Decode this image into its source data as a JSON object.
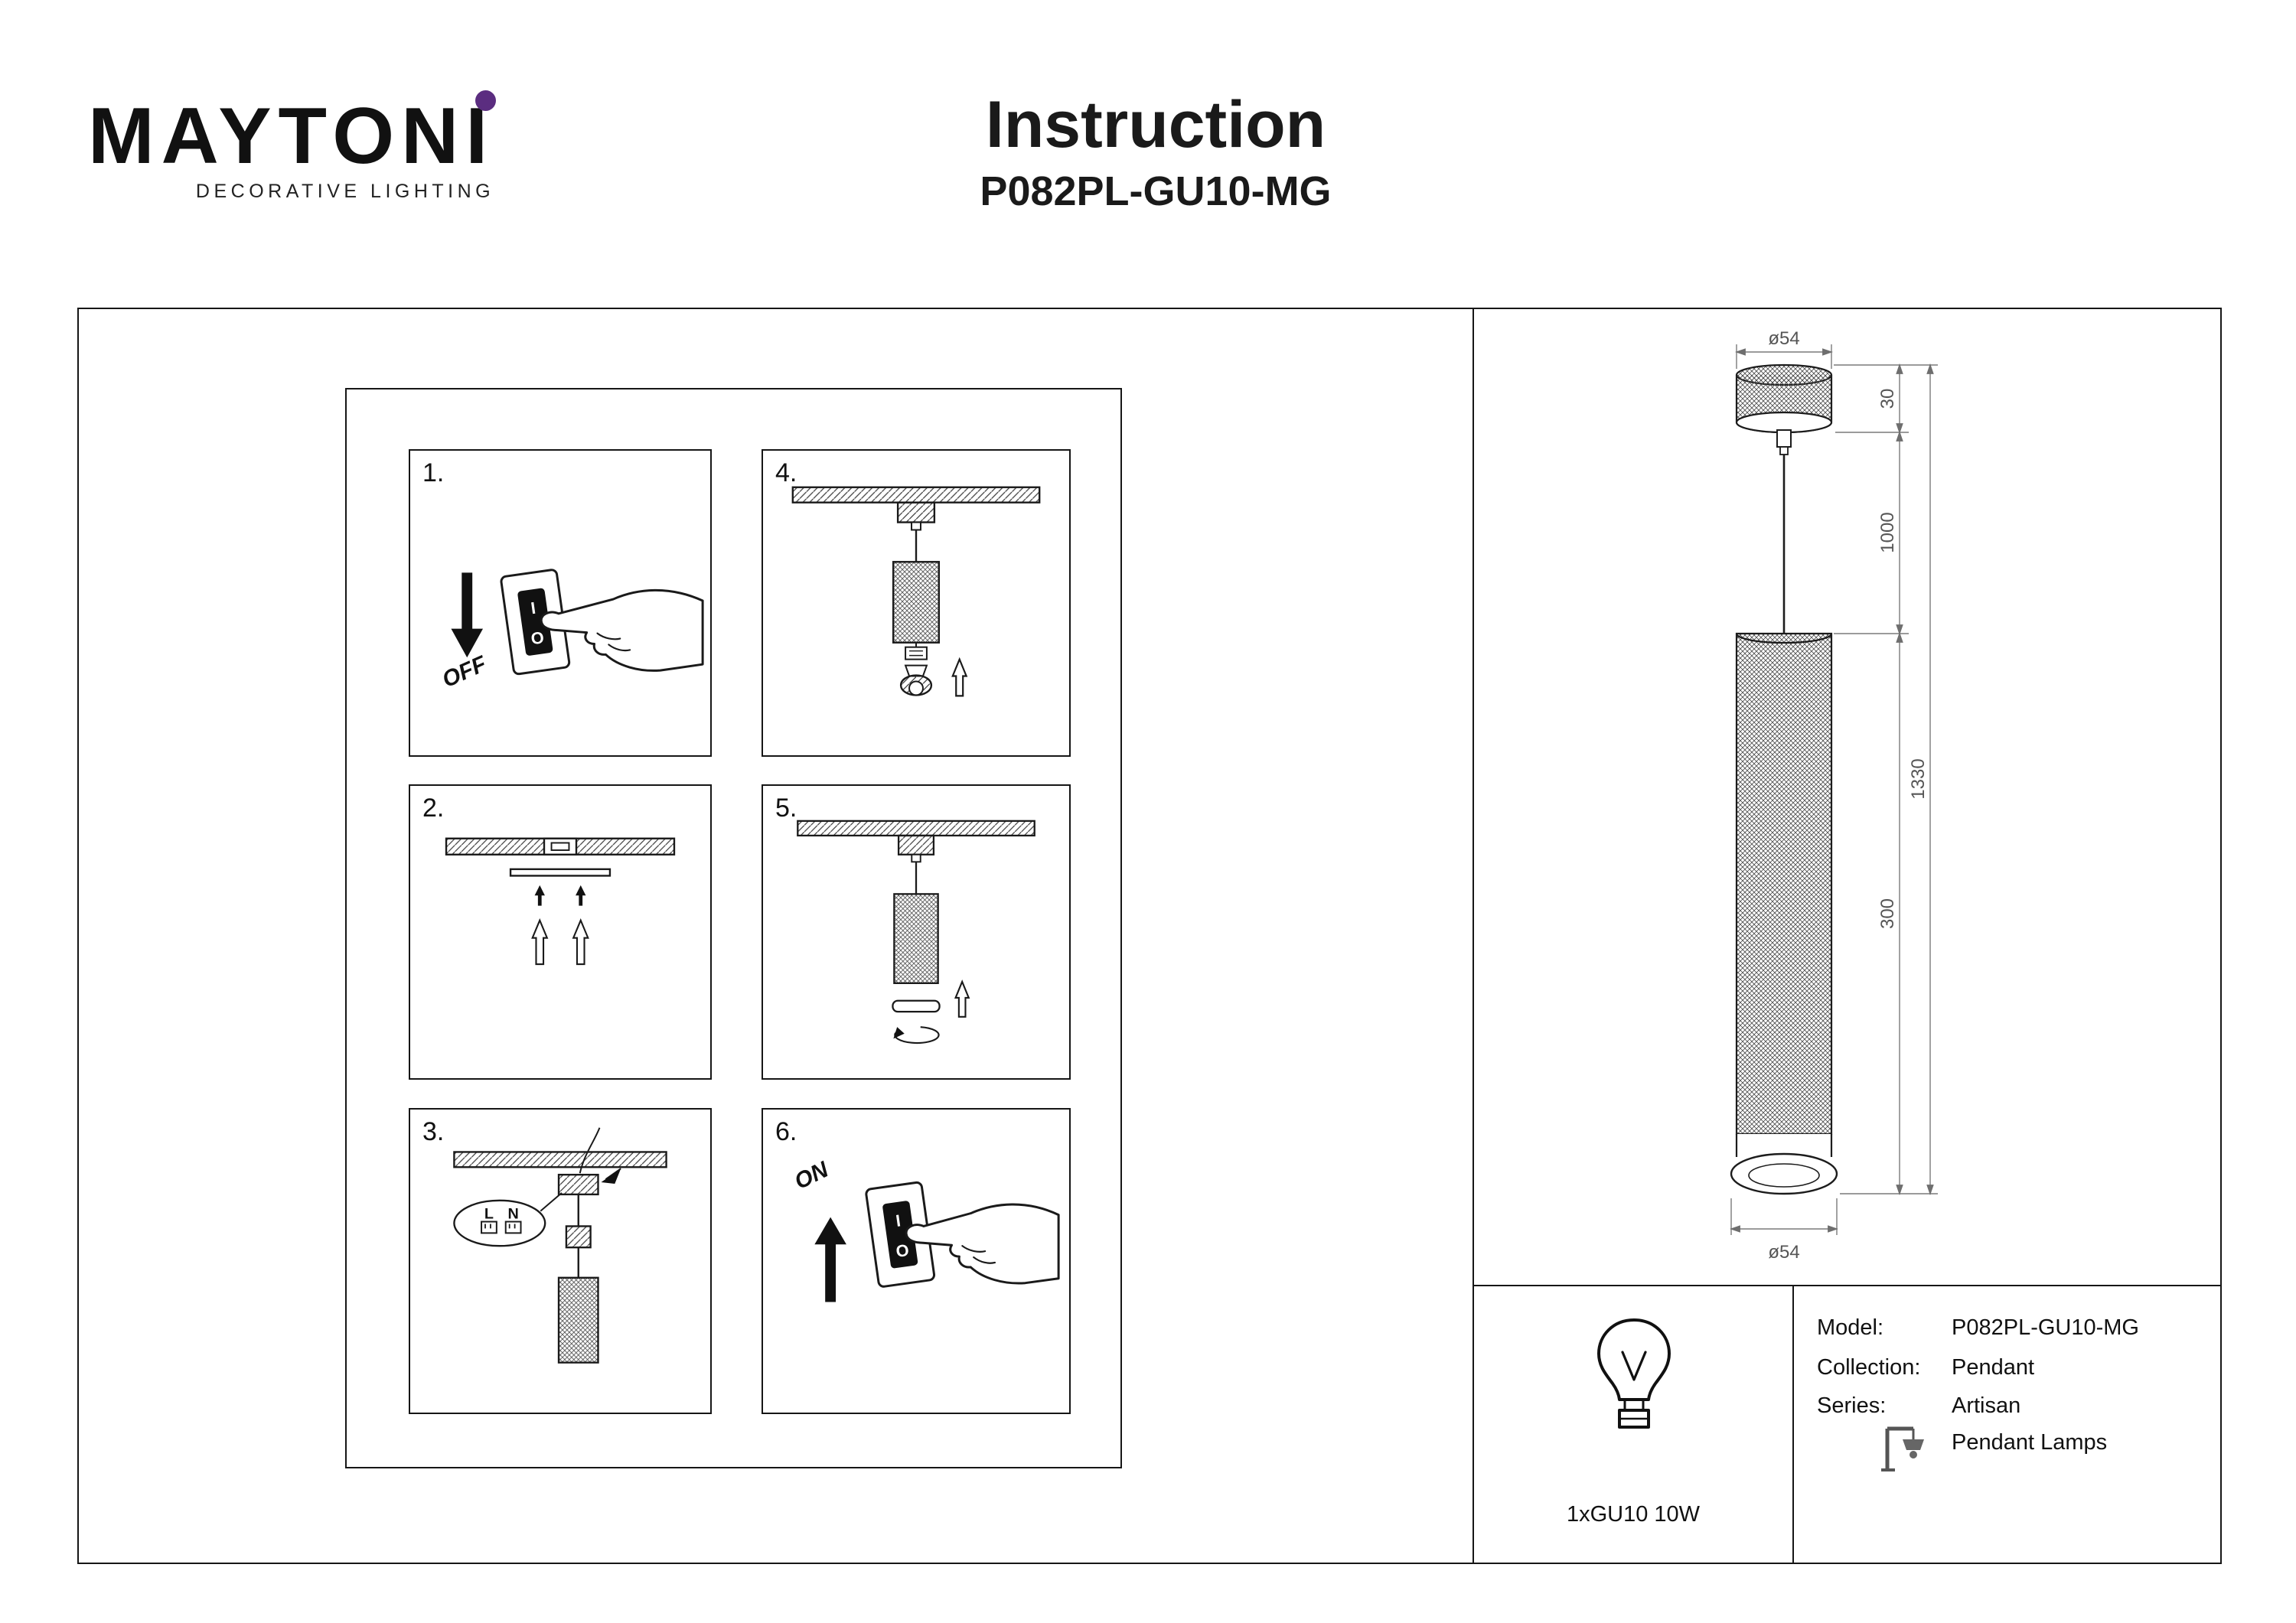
{
  "brand": {
    "logo": "MAYTONI",
    "tagline": "DECORATIVE LIGHTING",
    "accent": "#5b2d80"
  },
  "header": {
    "title": "Instruction",
    "model": "P082PL-GU10-MG"
  },
  "steps": {
    "s1": {
      "number": "1.",
      "off_label": "OFF",
      "sw_i": "I",
      "sw_o": "O"
    },
    "s2": {
      "number": "2."
    },
    "s3": {
      "number": "3.",
      "term_l": "L",
      "term_n": "N"
    },
    "s4": {
      "number": "4."
    },
    "s5": {
      "number": "5."
    },
    "s6": {
      "number": "6.",
      "on_label": "ON",
      "sw_i": "I",
      "sw_o": "O"
    }
  },
  "drawing": {
    "dia_top": "ø54",
    "canopy_h": "30",
    "cord_len": "1000",
    "shade_h": "300",
    "total_h": "1330",
    "dia_bottom": "ø54"
  },
  "specs": {
    "lamp": "1xGU10 10W",
    "model_label": "Model:",
    "model_value": "P082PL-GU10-MG",
    "collection_label": "Collection:",
    "collection_value": "Pendant",
    "series_label": "Series:",
    "series_value": "Artisan",
    "series_note": "Pendant Lamps"
  }
}
